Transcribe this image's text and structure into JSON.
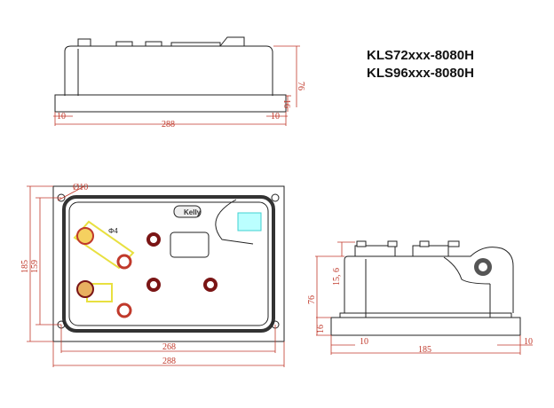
{
  "titles": [
    "KLS72xxx-8080H",
    "KLS96xxx-8080H"
  ],
  "top_view": {
    "dims": {
      "height": "76",
      "base": "16",
      "left_margin": "10",
      "right_margin": "10",
      "length": "288"
    }
  },
  "plan_view": {
    "dims": {
      "hole": "Ø10",
      "outer_height": "185",
      "hole_height": "159",
      "hole_spacing": "268",
      "length": "288",
      "terminal_hole": "Φ4"
    },
    "logo": "Kelly",
    "colors": {
      "dimension": "#c0392b",
      "terminal": "#7a1515",
      "highlight": "#e8e040",
      "connector": "#40d0d0"
    }
  },
  "side_view": {
    "dims": {
      "height": "76",
      "terminal_height": "15, 6",
      "base": "16",
      "left_margin": "10",
      "right_margin": "10",
      "width": "185"
    }
  }
}
